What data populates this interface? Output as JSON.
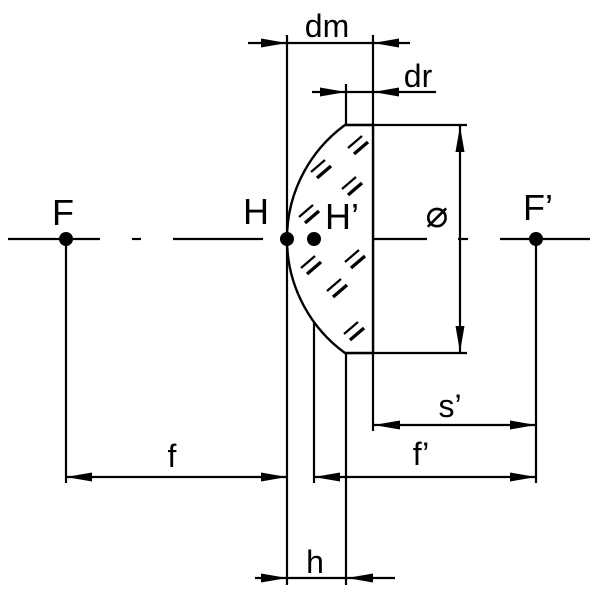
{
  "diagram": {
    "description": "Technical drawing of a plano-convex lens showing principal planes, focal points and dimensioned distances",
    "labels": {
      "dm": "dm",
      "dr": "dr",
      "diameter_symbol": "⌀",
      "focal_point_front": "F",
      "principal_point_front": "H",
      "principal_point_back": "H’",
      "focal_point_back": "F’",
      "s_prime": "s’",
      "f": "f",
      "f_prime": "f’",
      "h": "h"
    },
    "colors": {
      "line": "#000000",
      "background": "#ffffff"
    }
  }
}
